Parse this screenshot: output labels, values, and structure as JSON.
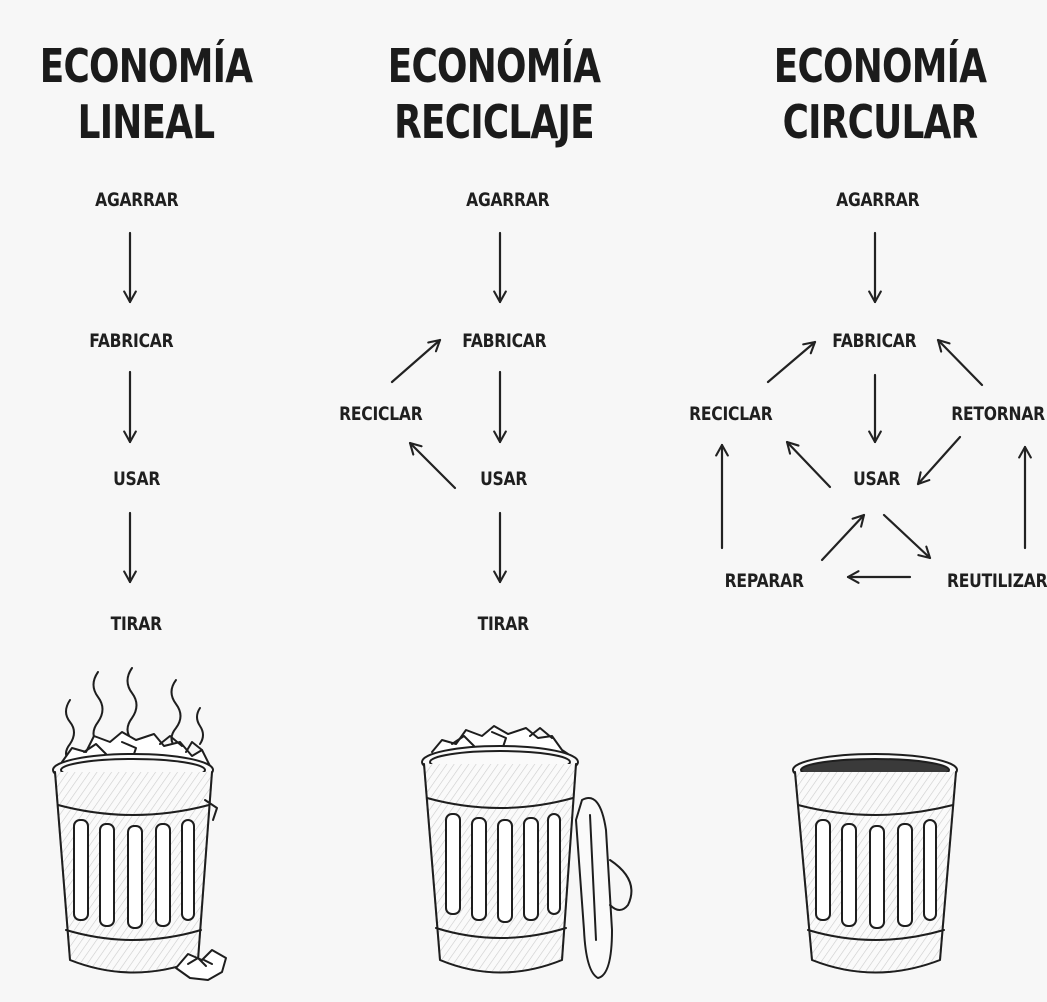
{
  "columns": {
    "linear": {
      "title_line1": "ECONOMÍA",
      "title_line2": "LINEAL",
      "steps": {
        "agarrar": "AGARRAR",
        "fabricar": "FABRICAR",
        "usar": "USAR",
        "tirar": "TIRAR"
      }
    },
    "recycling": {
      "title_line1": "ECONOMÍA",
      "title_line2": "RECICLAJE",
      "steps": {
        "agarrar": "AGARRAR",
        "fabricar": "FABRICAR",
        "reciclar": "RECICLAR",
        "usar": "USAR",
        "tirar": "TIRAR"
      }
    },
    "circular": {
      "title_line1": "ECONOMÍA",
      "title_line2": "CIRCULAR",
      "steps": {
        "agarrar": "AGARRAR",
        "fabricar": "FABRICAR",
        "reciclar": "RECICLAR",
        "retornar": "RETORNAR",
        "usar": "USAR",
        "reparar": "REPARAR",
        "reutilizar": "REUTILIZAR"
      }
    }
  },
  "colors": {
    "background": "#f7f7f7",
    "ink": "#1e1e1e"
  },
  "icons": [
    "arrow-icon",
    "trash-can-overflowing-icon",
    "trash-can-lid-open-icon",
    "trash-can-empty-icon"
  ]
}
